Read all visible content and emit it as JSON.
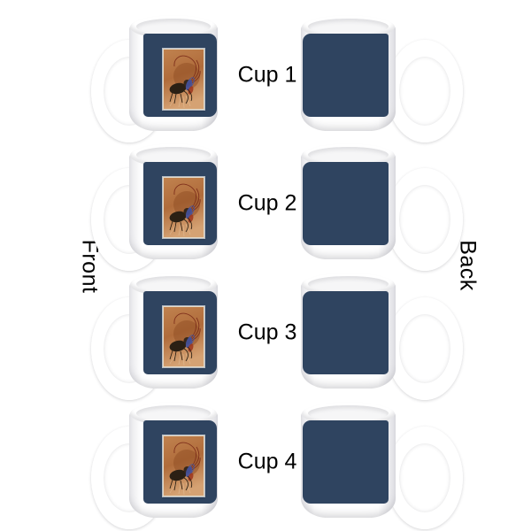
{
  "side_labels": {
    "left": "Front",
    "right": "Back"
  },
  "cups": [
    {
      "label": "Cup 1"
    },
    {
      "label": "Cup 2"
    },
    {
      "label": "Cup 3"
    },
    {
      "label": "Cup 4"
    }
  ],
  "artwork": {
    "icon": "cricket-illustration",
    "description": "vintage cricket insect illustration with long sweeping antennae on orange-tan background"
  },
  "colors": {
    "panel_navy": "#2F4460",
    "mug_white": "#FFFFFF",
    "label_text": "#000000",
    "art_background_top": "#C0824F",
    "art_background_mid": "#B06C3B",
    "art_background_bottom": "#D5A273",
    "art_blotch": "#8F4E24",
    "art_body_dark": "#2B2014",
    "art_accent_blue": "#44519C",
    "art_accent_red": "#9E3A20",
    "art_antenna": "#7A2A18",
    "art_rays": "#E9CBA6",
    "art_border": "#E3D9C6"
  }
}
